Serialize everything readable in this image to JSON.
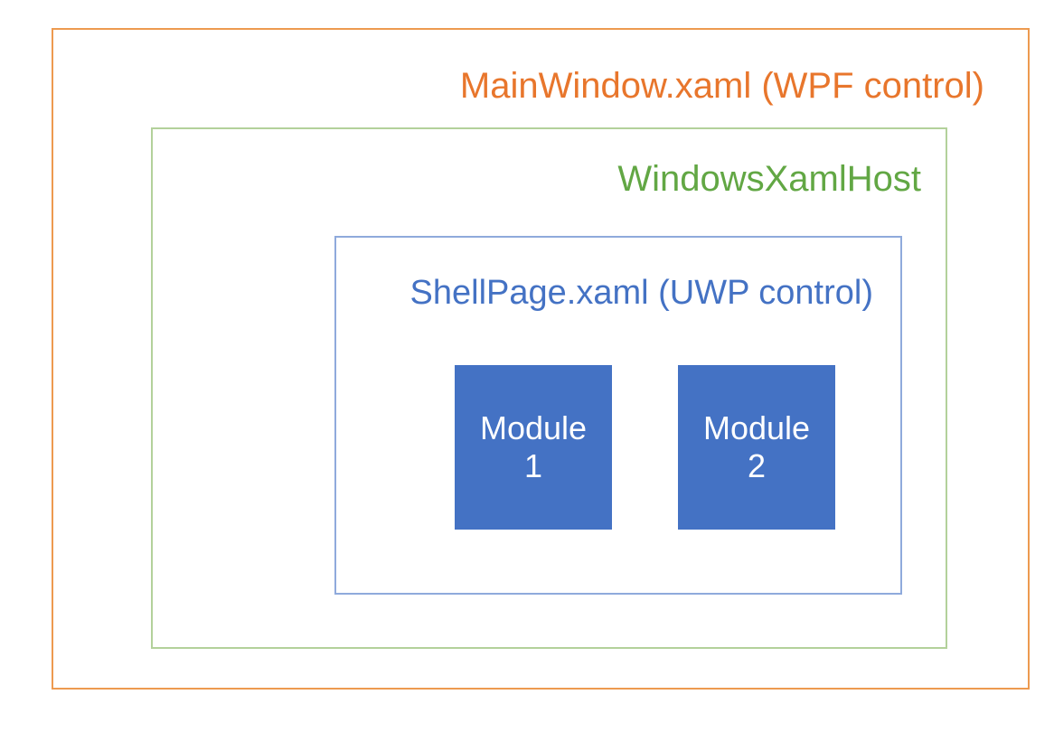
{
  "diagram": {
    "type": "nested-containment",
    "background": "#ffffff",
    "outer": {
      "label": "MainWindow.xaml (WPF control)",
      "border_color": "#ED9A50",
      "text_color": "#E8762C"
    },
    "middle": {
      "label": "WindowsXamlHost",
      "border_color": "#B3D19B",
      "text_color": "#62A744"
    },
    "inner": {
      "label": "ShellPage.xaml (UWP control)",
      "border_color": "#8FAADC",
      "text_color": "#4472C4"
    },
    "modules": [
      {
        "name": "Module",
        "number": "1",
        "fill_color": "#4472C4",
        "text_color": "#FFFFFF"
      },
      {
        "name": "Module",
        "number": "2",
        "fill_color": "#4472C4",
        "text_color": "#FFFFFF"
      }
    ]
  }
}
